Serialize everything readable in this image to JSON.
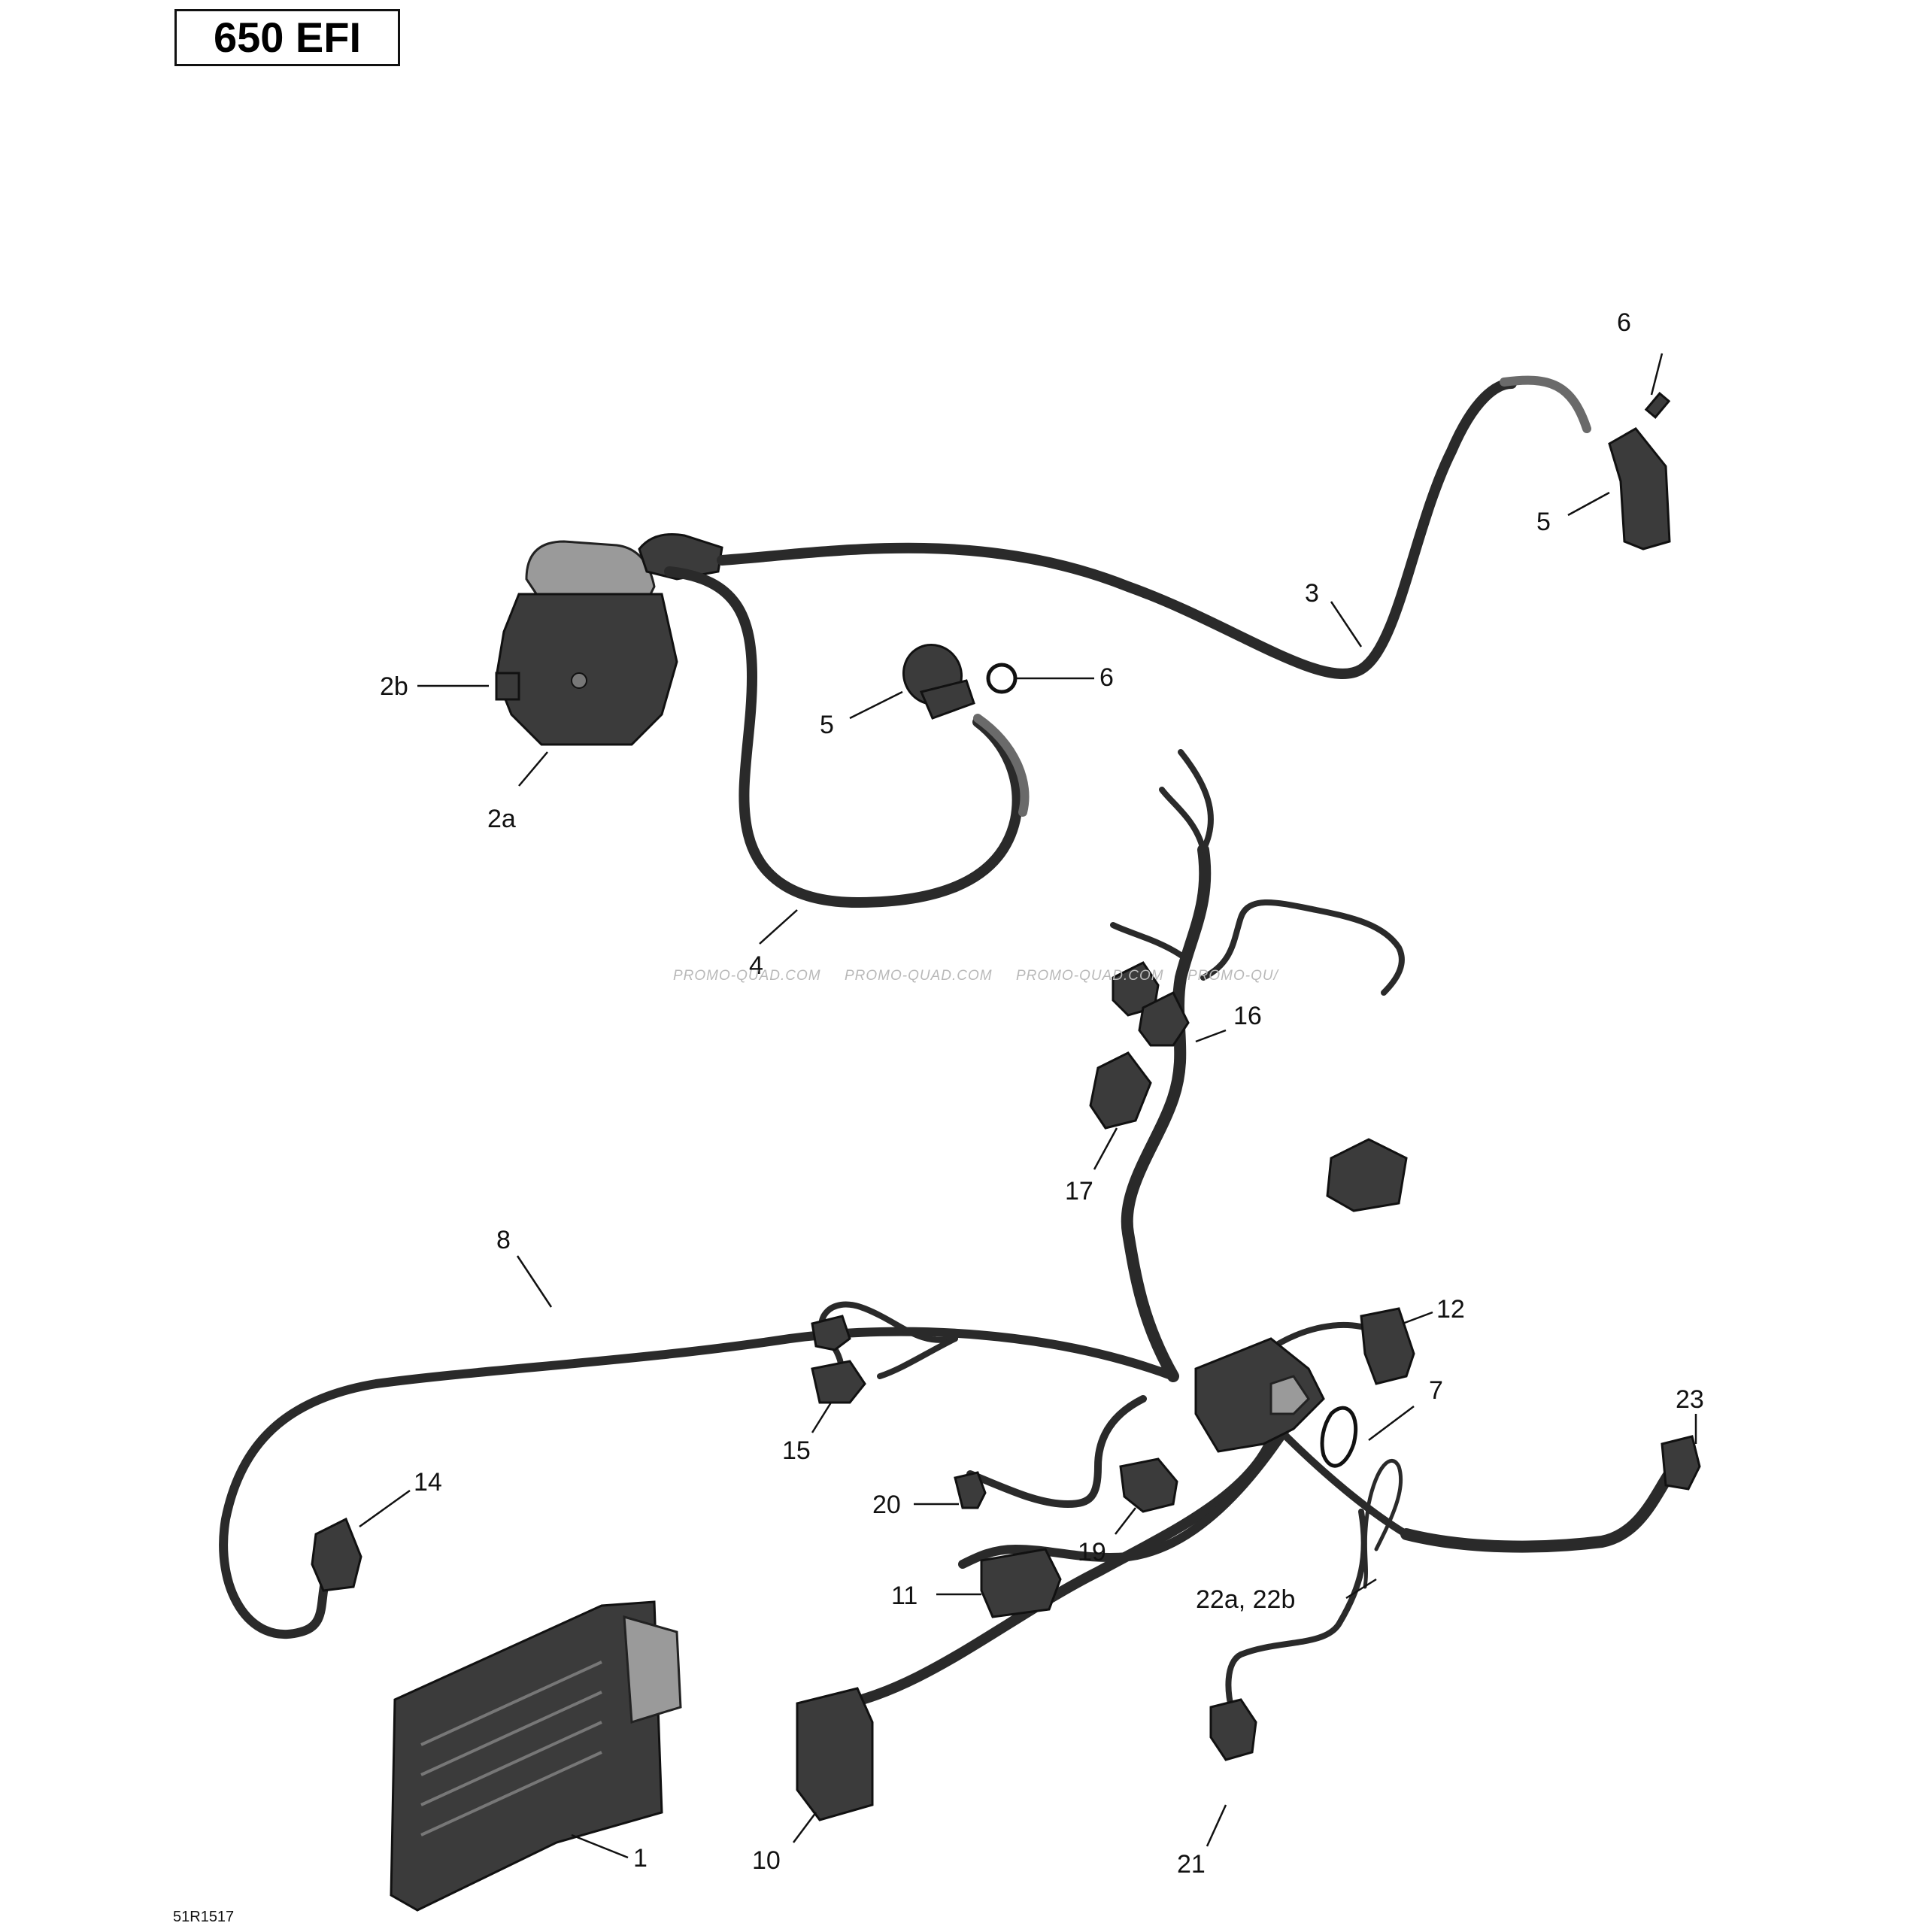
{
  "header": {
    "model": "650 EFI"
  },
  "figure_ref": "51R1517",
  "watermark": {
    "texts": [
      "PROMO-QUAD.COM",
      "PROMO-QUAD.COM",
      "PROMO-QUAD.COM",
      "PROMO-QU/"
    ]
  },
  "callouts": {
    "c1": "1",
    "c2a": "2a",
    "c2b": "2b",
    "c3": "3",
    "c4": "4",
    "c5_top": "5",
    "c5_mid": "5",
    "c6_top": "6",
    "c6_mid": "6",
    "c7": "7",
    "c8": "8",
    "c10": "10",
    "c11": "11",
    "c12": "12",
    "c14": "14",
    "c15": "15",
    "c16": "16",
    "c17": "17",
    "c19": "19",
    "c20": "20",
    "c21": "21",
    "c22": "22a, 22b",
    "c23": "23"
  }
}
